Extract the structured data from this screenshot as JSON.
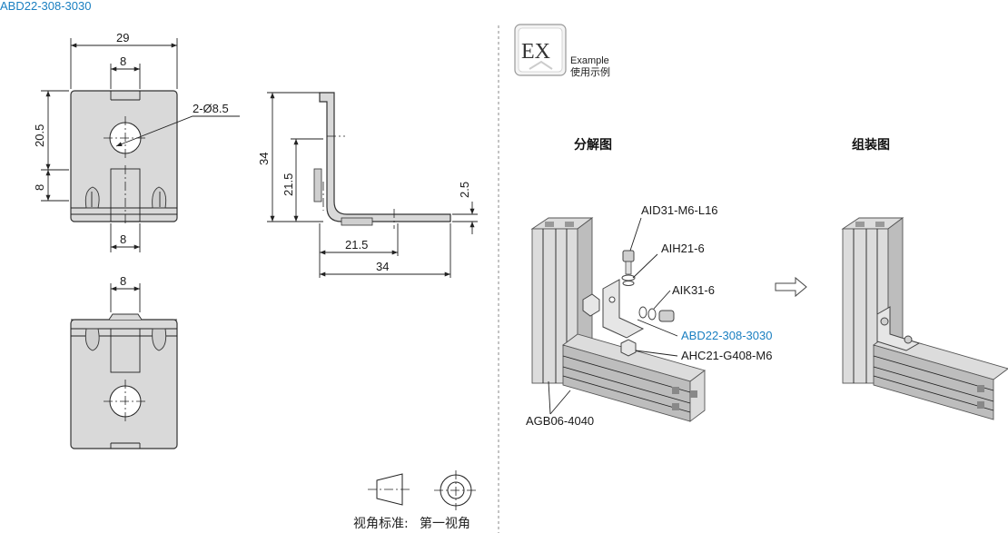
{
  "part_number": "ABD22-308-3030",
  "front_view": {
    "dim_width": "29",
    "dim_slot_top": "8",
    "dim_hole": "2-Ø8.5",
    "dim_height_upper": "20.5",
    "dim_height_lower": "8",
    "dim_slot_bottom": "8"
  },
  "side_view": {
    "dim_height": "34",
    "dim_height_inner": "21.5",
    "dim_thickness": "2.5",
    "dim_width_inner": "21.5",
    "dim_width": "34"
  },
  "bottom_view": {
    "dim_slot": "8"
  },
  "projection": {
    "label_prefix": "视角标准:",
    "label_method": "第一视角"
  },
  "example_badge": {
    "big": "EX",
    "en": "Example",
    "cn": "使用示例"
  },
  "example": {
    "exploded_title": "分解图",
    "assembled_title": "组装图",
    "callouts": [
      {
        "label": "AID31-M6-L16"
      },
      {
        "label": "AIH21-6"
      },
      {
        "label": "AIK31-6"
      },
      {
        "label": "ABD22-308-3030"
      },
      {
        "label": "AHC21-G408-M6"
      },
      {
        "label": "AGB06-4040"
      }
    ]
  },
  "colors": {
    "accent": "#1a7fc1",
    "part_fill": "#d9d9d9"
  }
}
